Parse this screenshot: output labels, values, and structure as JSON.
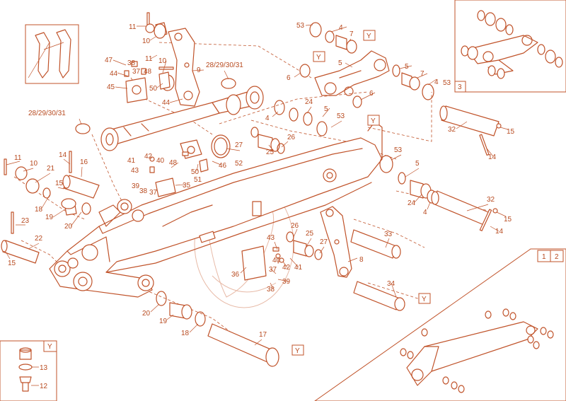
{
  "diagram": {
    "variant_marker": "Y",
    "inset_numbers": [
      "1",
      "2"
    ],
    "detail_number": "3",
    "callouts": {
      "c11a": "11",
      "c10a": "10",
      "c47": "47",
      "c38a": "38",
      "c44a": "44",
      "c37a": "37",
      "c48a": "48",
      "c45": "45",
      "c50a": "50",
      "c11b": "11",
      "c10b": "10",
      "c9": "9",
      "c28a": "28/29/30/31",
      "c28b": "28/29/30/31",
      "c44b": "44",
      "c53a": "53",
      "c4a": "4",
      "c7a": "7",
      "c6a": "6",
      "c5a": "5",
      "c5b": "5",
      "c7b": "7",
      "c4b": "4",
      "c53b": "53",
      "c6b": "6",
      "c4c": "4",
      "c24a": "24",
      "c5c": "5",
      "c53c": "53",
      "c26a": "26",
      "c25a": "25",
      "c27a": "27",
      "c52": "52",
      "c46": "46",
      "c50b": "50",
      "c51": "51",
      "c48b": "48",
      "c35": "35",
      "c40a": "40",
      "c42a": "42",
      "c41a": "41",
      "c43a": "43",
      "c39a": "39",
      "c38b": "38",
      "c37b": "37",
      "c11c": "11",
      "c10c": "10",
      "c21": "21",
      "c14a": "14",
      "c16": "16",
      "c15a": "15",
      "c18a": "18",
      "c19a": "19",
      "c20a": "20",
      "c23": "23",
      "c22": "22",
      "c15b": "15",
      "c53d": "53",
      "c5d": "5",
      "c24b": "24",
      "c4d": "4",
      "c32a": "32",
      "c15c": "15",
      "c14b": "14",
      "c32b": "32",
      "c15d": "15",
      "c14c": "14",
      "c26b": "26",
      "c25b": "25",
      "c43b": "43",
      "c27b": "27",
      "c33": "33",
      "c40b": "40",
      "c42b": "42",
      "c41b": "41",
      "c36": "36",
      "c37c": "37",
      "c39b": "39",
      "c38c": "38",
      "c8": "8",
      "c34": "34",
      "c20b": "20",
      "c19b": "19",
      "c18b": "18",
      "c17": "17",
      "c13": "13",
      "c12": "12"
    }
  }
}
